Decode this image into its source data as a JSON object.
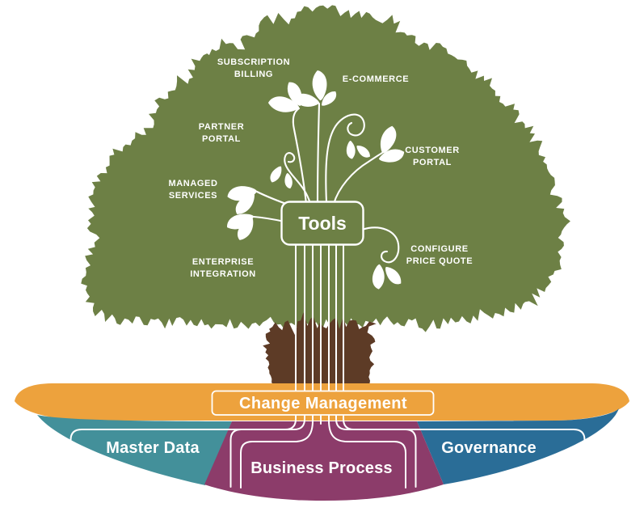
{
  "colors": {
    "canopy": "#6d8045",
    "trunk": "#5d3b26",
    "orange": "#eda23d",
    "teal": "#43909a",
    "purple": "#8c3c6a",
    "blue": "#2a6d97",
    "line": "#ffffff"
  },
  "canopy_labels": {
    "subscription_billing": {
      "line1": "SUBSCRIPTION",
      "line2": "BILLING"
    },
    "ecommerce": {
      "line1": "E-COMMERCE"
    },
    "partner_portal": {
      "line1": "PARTNER",
      "line2": "PORTAL"
    },
    "customer_portal": {
      "line1": "CUSTOMER",
      "line2": "PORTAL"
    },
    "managed_services": {
      "line1": "MANAGED",
      "line2": "SERVICES"
    },
    "configure_price_quote": {
      "line1": "CONFIGURE",
      "line2": "PRICE QUOTE"
    },
    "enterprise_integration": {
      "line1": "ENTERPRISE",
      "line2": "INTEGRATION"
    }
  },
  "tools_label": "Tools",
  "bands": {
    "change_management": "Change Management",
    "master_data": "Master Data",
    "business_process": "Business Process",
    "governance": "Governance"
  }
}
